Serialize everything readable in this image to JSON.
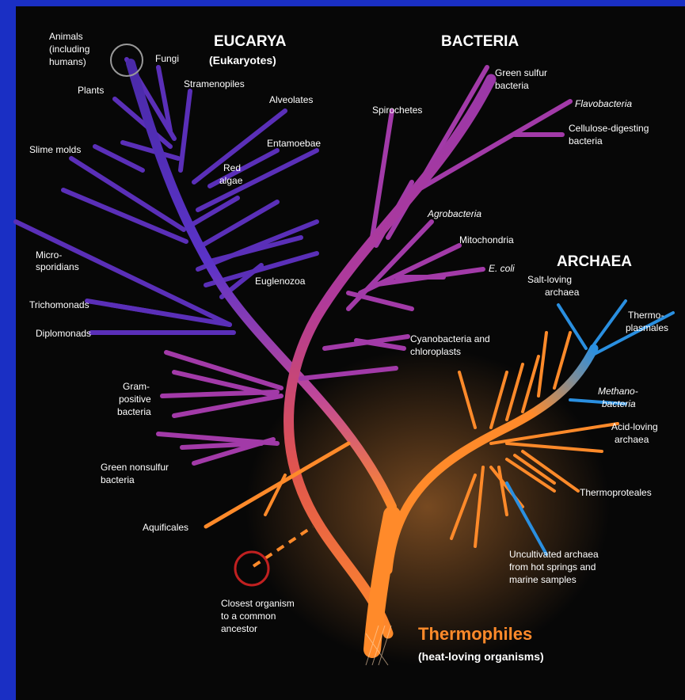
{
  "domains": {
    "eucarya": {
      "title": "EUCARYA",
      "subtitle": "(Eukaryotes)"
    },
    "bacteria": {
      "title": "BACTERIA"
    },
    "archaea": {
      "title": "ARCHAEA"
    }
  },
  "thermophiles": {
    "title": "Thermophiles",
    "subtitle": "(heat-loving organisms)"
  },
  "labels": {
    "animals": [
      "Animals",
      "(including",
      "humans)"
    ],
    "fungi": "Fungi",
    "plants": "Plants",
    "stramenopiles": "Stramenopiles",
    "alveolates": "Alveolates",
    "slime_molds": "Slime molds",
    "entamoebae": "Entamoebae",
    "red_algae": [
      "Red",
      "algae"
    ],
    "microsporidians": [
      "Micro-",
      "sporidians"
    ],
    "euglenozoa": "Euglenozoa",
    "trichomonads": "Trichomonads",
    "diplomonads": "Diplomonads",
    "green_sulfur": [
      "Green sulfur",
      "bacteria"
    ],
    "spirochetes": "Spirochetes",
    "flavobacteria": "Flavobacteria",
    "cellulose": [
      "Cellulose-digesting",
      "bacteria"
    ],
    "agrobacteria": "Agrobacteria",
    "mitochondria": "Mitochondria",
    "ecoli": "E. coli",
    "cyanobacteria": [
      "Cyanobacteria and",
      "chloroplasts"
    ],
    "gram_positive": [
      "Gram-",
      "positive",
      "bacteria"
    ],
    "green_nonsulfur": [
      "Green nonsulfur",
      "bacteria"
    ],
    "aquificales": "Aquificales",
    "closest": [
      "Closest organism",
      "to a common",
      "ancestor"
    ],
    "salt_loving": [
      "Salt-loving",
      "archaea"
    ],
    "thermoplasmales": [
      "Thermo-",
      "plasmales"
    ],
    "methanobacteria": [
      "Methano-",
      "bacteria"
    ],
    "acid_loving": [
      "Acid-loving",
      "archaea"
    ],
    "thermoproteales": "Thermoproteales",
    "uncultivated": [
      "Uncultivated archaea",
      "from hot springs and",
      "marine samples"
    ]
  },
  "colors": {
    "background": "#070707",
    "frame": "#1a2fc4",
    "eucarya": "#5a2fb8",
    "bacteria": "#a23aa8",
    "archaea": "#2a8fe0",
    "thermophile": "#ff8a2a"
  }
}
